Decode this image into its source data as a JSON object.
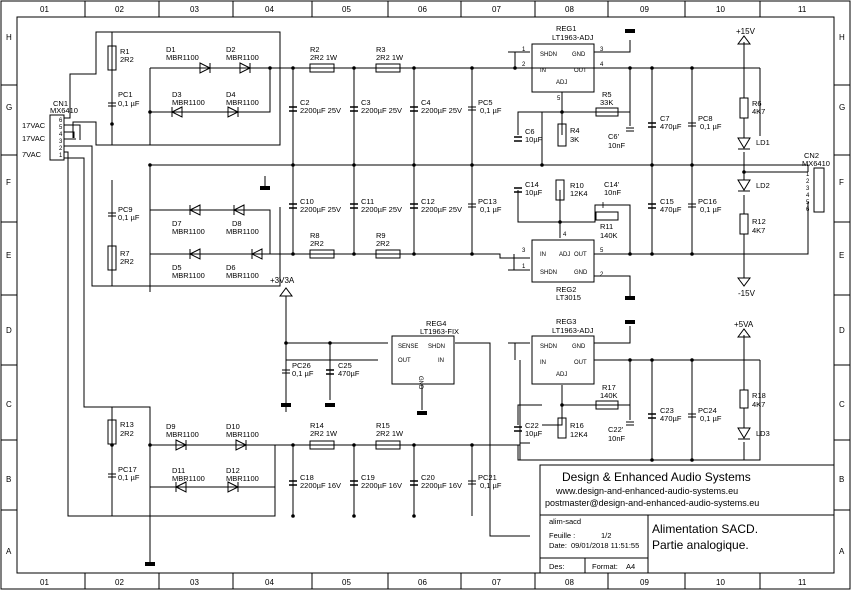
{
  "frame": {
    "columns": [
      "01",
      "02",
      "03",
      "04",
      "05",
      "06",
      "07",
      "08",
      "09",
      "10",
      "11"
    ],
    "rows": [
      "H",
      "G",
      "F",
      "E",
      "D",
      "C",
      "B",
      "A"
    ]
  },
  "connectors": {
    "cn1": {
      "ref": "CN1",
      "part": "MX6410",
      "pins": [
        "6",
        "5",
        "4",
        "3",
        "2",
        "1"
      ],
      "labels": [
        "17VAC",
        "17VAC",
        "7VAC"
      ]
    },
    "cn2": {
      "ref": "CN2",
      "part": "MX6410",
      "pins": [
        "1",
        "2",
        "3",
        "4",
        "5",
        "6"
      ]
    }
  },
  "resistors": {
    "r1": {
      "ref": "R1",
      "val": "2R2"
    },
    "r2": {
      "ref": "R2",
      "val": "2R2 1W"
    },
    "r3": {
      "ref": "R3",
      "val": "2R2 1W"
    },
    "r4": {
      "ref": "R4",
      "val": "3K"
    },
    "r5": {
      "ref": "R5",
      "val": "33K"
    },
    "r6": {
      "ref": "R6",
      "val": "4K7"
    },
    "r7": {
      "ref": "R7",
      "val": "2R2"
    },
    "r8": {
      "ref": "R8",
      "val": "2R2"
    },
    "r9": {
      "ref": "R9",
      "val": "2R2"
    },
    "r10": {
      "ref": "R10",
      "val": "12K4"
    },
    "r11": {
      "ref": "R11",
      "val": "140K"
    },
    "r12": {
      "ref": "R12",
      "val": "4K7"
    },
    "r13": {
      "ref": "R13",
      "val": "2R2"
    },
    "r14": {
      "ref": "R14",
      "val": "2R2 1W"
    },
    "r15": {
      "ref": "R15",
      "val": "2R2 1W"
    },
    "r16": {
      "ref": "R16",
      "val": "12K4"
    },
    "r17": {
      "ref": "R17",
      "val": "140K"
    },
    "r18": {
      "ref": "R18",
      "val": "4K7"
    }
  },
  "capacitors": {
    "pc1": {
      "ref": "PC1",
      "val": "0,1 µF"
    },
    "c2": {
      "ref": "C2",
      "val": "2200µF 25V"
    },
    "c3": {
      "ref": "C3",
      "val": "2200µF 25V"
    },
    "c4": {
      "ref": "C4",
      "val": "2200µF 25V"
    },
    "pc5": {
      "ref": "PC5",
      "val": "0,1 µF"
    },
    "c6": {
      "ref": "C6",
      "val": "10µF"
    },
    "c6p": {
      "ref": "C6'",
      "val": "10nF"
    },
    "c7": {
      "ref": "C7",
      "val": "470µF"
    },
    "pc8": {
      "ref": "PC8",
      "val": "0,1 µF"
    },
    "pc9": {
      "ref": "PC9",
      "val": "0,1 µF"
    },
    "c10": {
      "ref": "C10",
      "val": "2200µF 25V"
    },
    "c11": {
      "ref": "C11",
      "val": "2200µF 25V"
    },
    "c12": {
      "ref": "C12",
      "val": "2200µF 25V"
    },
    "pc13": {
      "ref": "PC13",
      "val": "0,1 µF"
    },
    "c14": {
      "ref": "C14",
      "val": "10µF"
    },
    "c14p": {
      "ref": "C14'",
      "val": "10nF"
    },
    "c15": {
      "ref": "C15",
      "val": "470µF"
    },
    "pc16": {
      "ref": "PC16",
      "val": "0,1 µF"
    },
    "pc17": {
      "ref": "PC17",
      "val": "0,1 µF"
    },
    "c18": {
      "ref": "C18",
      "val": "2200µF 16V"
    },
    "c19": {
      "ref": "C19",
      "val": "2200µF 16V"
    },
    "c20": {
      "ref": "C20",
      "val": "2200µF 16V"
    },
    "pc21": {
      "ref": "PC21",
      "val": "0,1 µF"
    },
    "c22": {
      "ref": "C22",
      "val": "10µF"
    },
    "c22p": {
      "ref": "C22'",
      "val": "10nF"
    },
    "c23": {
      "ref": "C23",
      "val": "470µF"
    },
    "pc24": {
      "ref": "PC24",
      "val": "0,1 µF"
    },
    "c25": {
      "ref": "C25",
      "val": "470µF"
    },
    "pc26": {
      "ref": "PC26",
      "val": "0,1 µF"
    }
  },
  "diodes": {
    "d1": {
      "ref": "D1",
      "val": "MBR1100"
    },
    "d2": {
      "ref": "D2",
      "val": "MBR1100"
    },
    "d3": {
      "ref": "D3",
      "val": "MBR1100"
    },
    "d4": {
      "ref": "D4",
      "val": "MBR1100"
    },
    "d5": {
      "ref": "D5",
      "val": "MBR1100"
    },
    "d6": {
      "ref": "D6",
      "val": "MBR1100"
    },
    "d7": {
      "ref": "D7",
      "val": "MBR1100"
    },
    "d8": {
      "ref": "D8",
      "val": "MBR1100"
    },
    "d9": {
      "ref": "D9",
      "val": "MBR1100"
    },
    "d10": {
      "ref": "D10",
      "val": "MBR1100"
    },
    "d11": {
      "ref": "D11",
      "val": "MBR1100"
    },
    "d12": {
      "ref": "D12",
      "val": "MBR1100"
    }
  },
  "leds": {
    "ld1": "LD1",
    "ld2": "LD2",
    "ld3": "LD3"
  },
  "regulators": {
    "reg1": {
      "ref": "REG1",
      "part": "LT1963-ADJ",
      "pins": {
        "shdn": "SHDN",
        "gnd": "GND",
        "in": "IN",
        "out": "OUT",
        "adj": "ADJ"
      }
    },
    "reg2": {
      "ref": "REG2",
      "part": "LT3015",
      "pins": {
        "shdn": "SHDN",
        "gnd": "GND",
        "in": "IN",
        "out": "OUT",
        "adj": "ADJ"
      }
    },
    "reg3": {
      "ref": "REG3",
      "part": "LT1963-ADJ",
      "pins": {
        "shdn": "SHDN",
        "gnd": "GND",
        "in": "IN",
        "out": "OUT",
        "adj": "ADJ"
      }
    },
    "reg4": {
      "ref": "REG4",
      "part": "LT1963-FIX",
      "pins": {
        "sense": "SENSE",
        "shdn": "SHDN",
        "out": "OUT",
        "in": "IN",
        "gnd": "GND"
      }
    }
  },
  "pin_numbers": {
    "p1": "1",
    "p2": "2",
    "p3": "3",
    "p4": "4",
    "p5": "5"
  },
  "rails": {
    "pos15": "+15V",
    "neg15": "-15V",
    "v3v3a": "+3V3A",
    "v5va": "+5VA"
  },
  "title_block": {
    "company": "Design & Enhanced Audio Systems",
    "website": "www.design-and-enhanced-audio-systems.eu",
    "email": "postmaster@design-and-enhanced-audio-systems.eu",
    "file": "alim-sacd",
    "sheet_label": "Feuille :",
    "sheet_value": "1/2",
    "date_label": "Date:",
    "date_value": "09/01/2018 11:51:55",
    "des_label": "Des:",
    "format_label": "Format:",
    "format_value": "A4",
    "title_line1": "Alimentation SACD.",
    "title_line2": "Partie analogique."
  }
}
